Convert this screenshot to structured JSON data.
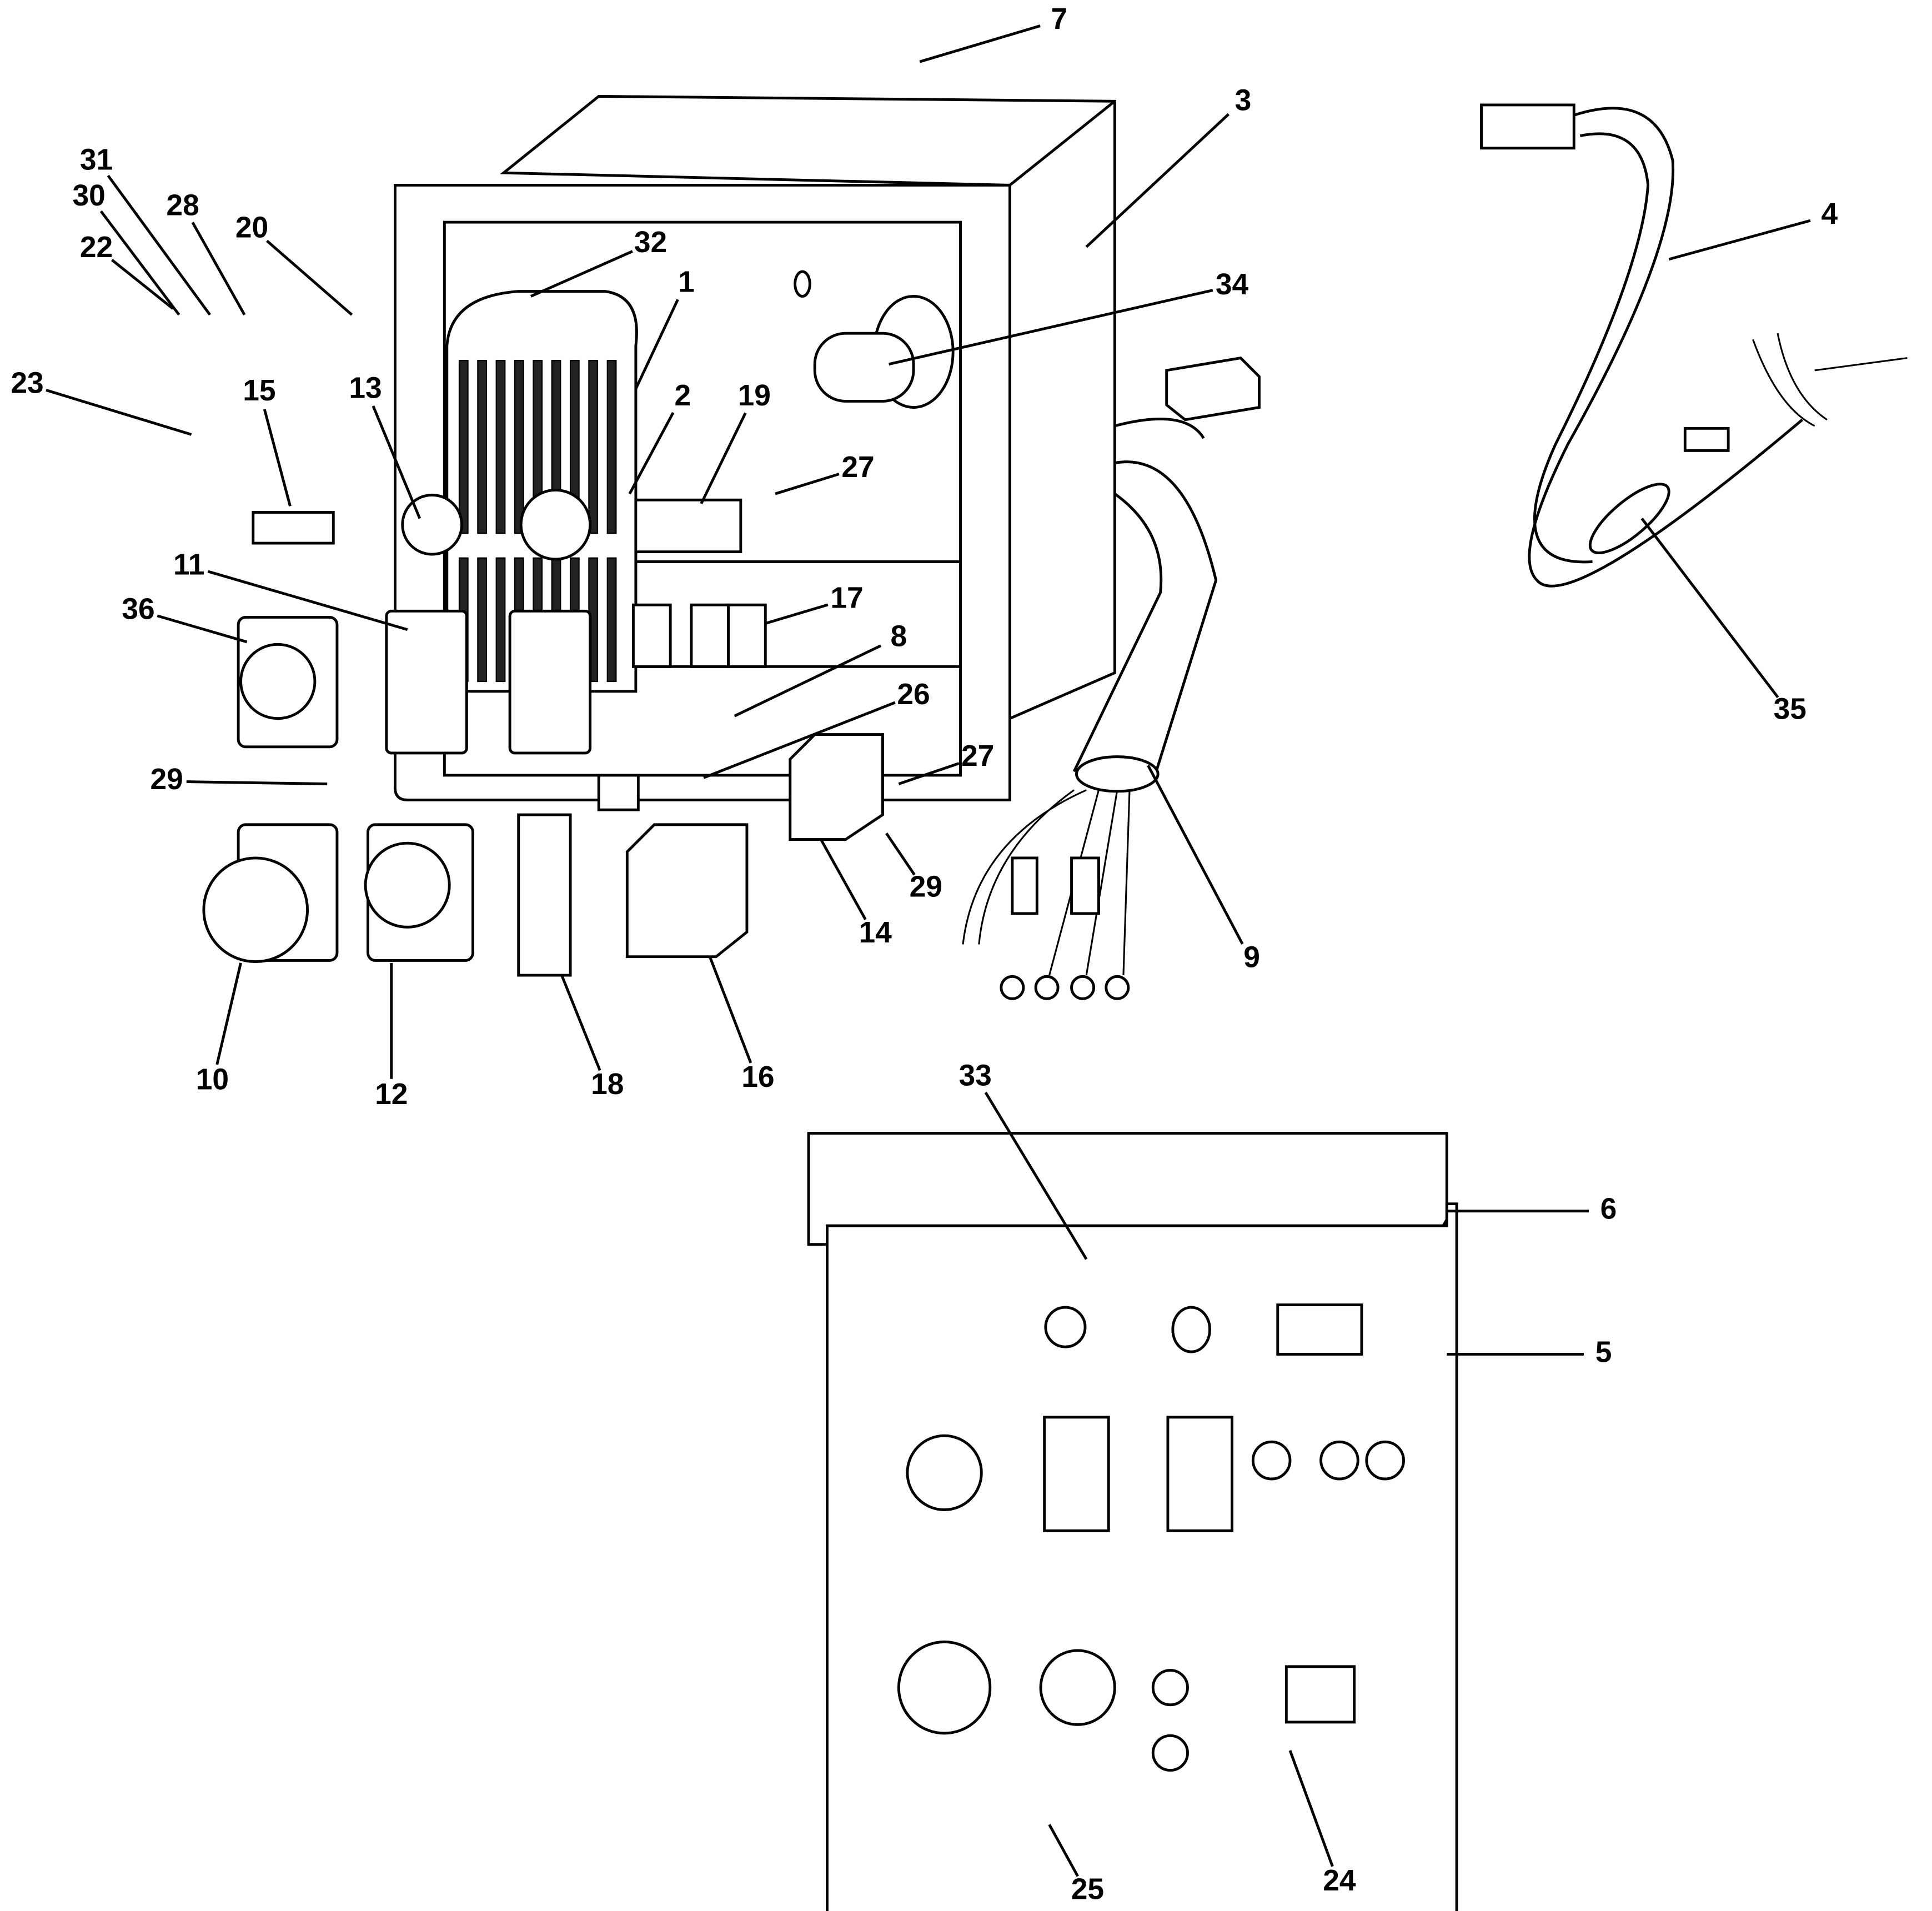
{
  "diagram": {
    "type": "exploded parts diagram",
    "callouts": [
      "7",
      "3",
      "4",
      "31",
      "30",
      "28",
      "20",
      "22",
      "32",
      "1",
      "34",
      "23",
      "15",
      "13",
      "2",
      "19",
      "27",
      "11",
      "17",
      "36",
      "8",
      "26",
      "35",
      "27",
      "29",
      "29",
      "14",
      "9",
      "10",
      "12",
      "18",
      "16",
      "33",
      "6",
      "5",
      "25",
      "24"
    ]
  },
  "colors": {
    "line": "#000000",
    "background": "#ffffff"
  }
}
